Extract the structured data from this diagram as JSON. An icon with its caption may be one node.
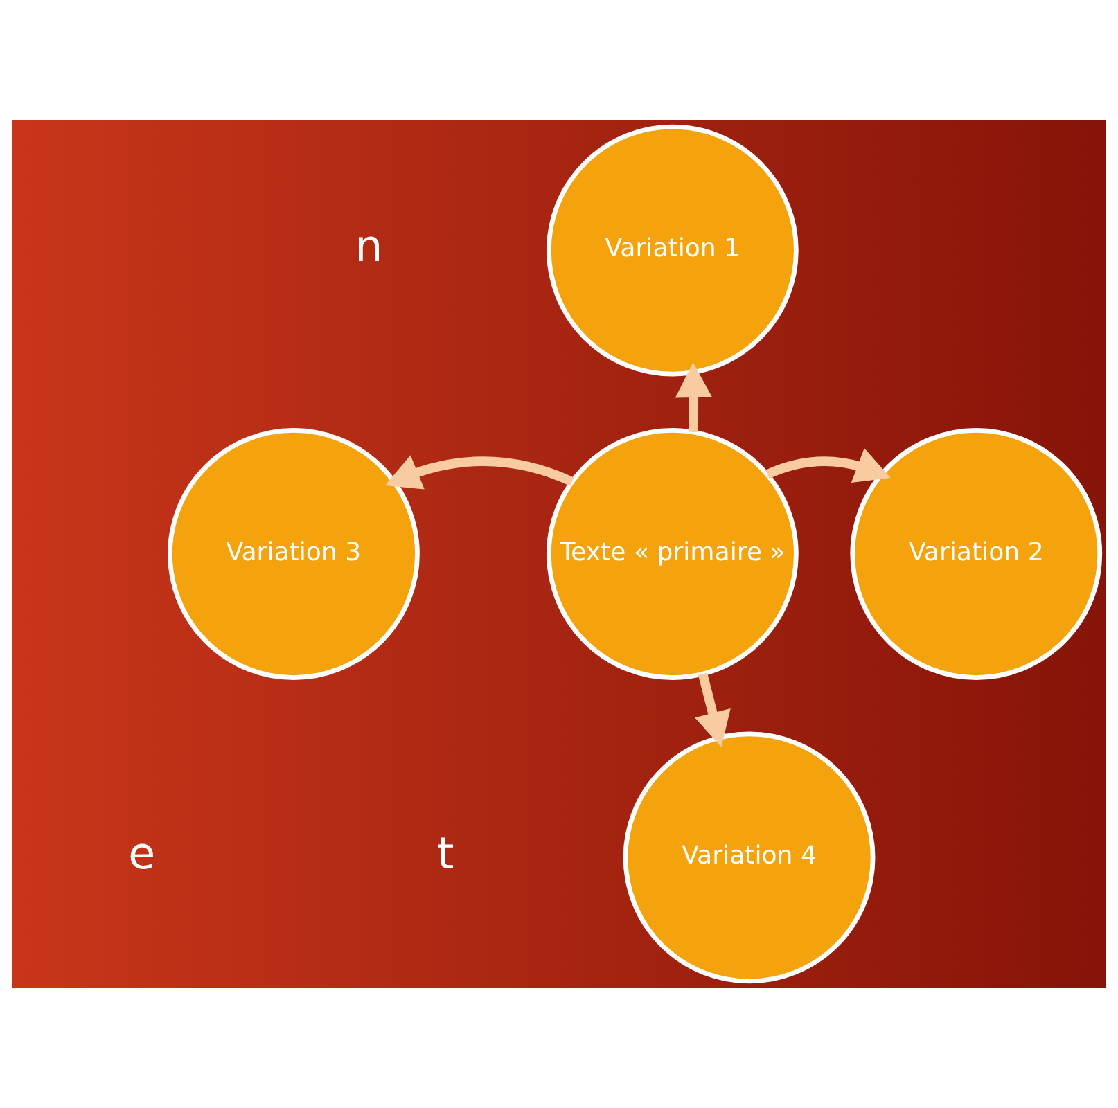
{
  "diagram": {
    "nodes": [
      {
        "text": [
          "Texte « primaire »"
        ]
      },
      {
        "text": [
          "Variation 1"
        ]
      },
      {
        "text": [
          "Variation 2"
        ]
      },
      {
        "text": [
          "Variation 3"
        ]
      },
      {
        "text": [
          "Variation 4"
        ]
      }
    ],
    "edges": [
      {
        "from": 0,
        "to": 1,
        "arrow": "to"
      },
      {
        "from": 0,
        "to": 2,
        "arrow": "to"
      },
      {
        "from": 0,
        "to": 3,
        "arrow": "to"
      },
      {
        "from": 0,
        "to": 4,
        "arrow": "to"
      }
    ],
    "labels": [
      "n",
      "e",
      "t"
    ]
  }
}
